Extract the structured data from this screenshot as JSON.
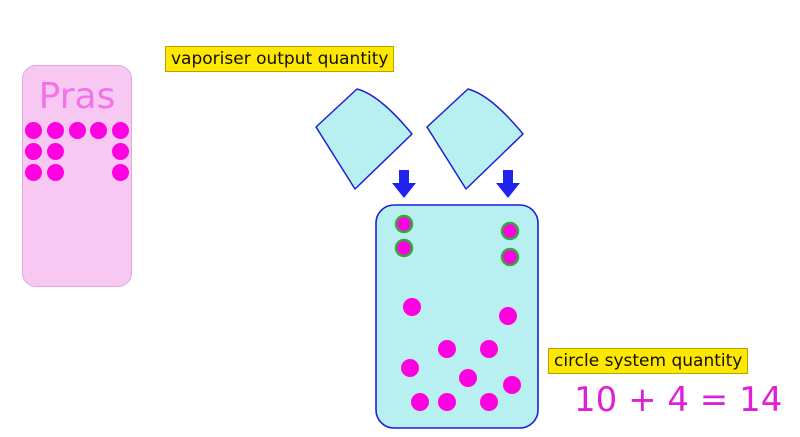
{
  "pras": {
    "title": "Pras",
    "dot_rows": [
      [
        1,
        1,
        1,
        1,
        1
      ],
      [
        1,
        1,
        0,
        0,
        1
      ],
      [
        1,
        1,
        0,
        0,
        1
      ]
    ]
  },
  "vaporiser": {
    "label": "vaporiser output quantity"
  },
  "circle_system": {
    "label": "circle system quantity",
    "equation": "10 + 4 = 14"
  },
  "colors": {
    "magenta": "#ff00e1",
    "pras_card": "#f7c8f2",
    "pras_title": "#f472e8",
    "fluid": "#b8f0f2",
    "outline": "#1f1fd0",
    "arrow": "#2222ee",
    "label_bg": "#ffe800",
    "ring": "#34a83a"
  }
}
